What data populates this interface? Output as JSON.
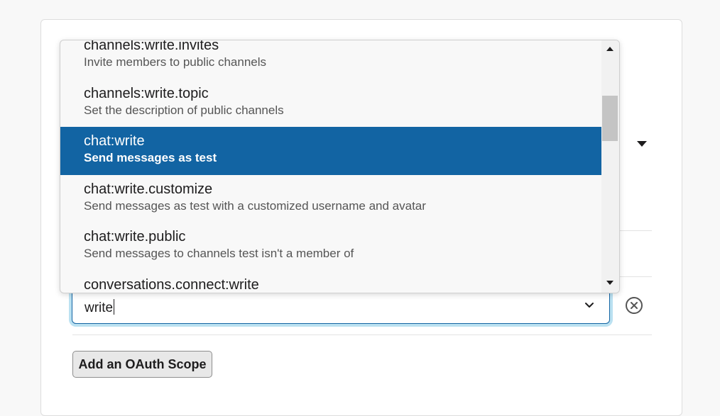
{
  "scope_selector": {
    "input_value": "write",
    "options": [
      {
        "name": "channels:write.invites",
        "description": "Invite members to public channels",
        "selected": false
      },
      {
        "name": "channels:write.topic",
        "description": "Set the description of public channels",
        "selected": false
      },
      {
        "name": "chat:write",
        "description": "Send messages as test",
        "selected": true
      },
      {
        "name": "chat:write.customize",
        "description": "Send messages as test with a customized username and avatar",
        "selected": false
      },
      {
        "name": "chat:write.public",
        "description": "Send messages to channels test isn't a member of",
        "selected": false
      },
      {
        "name": "conversations.connect:write",
        "description": "",
        "selected": false
      }
    ]
  },
  "actions": {
    "add_scope_label": "Add an OAuth Scope"
  },
  "icons": {
    "dropdown_chevron": "chevron-down-icon",
    "remove_scope": "remove-circle-x-icon",
    "scroll_up": "scroll-up-arrow-icon",
    "scroll_down": "scroll-down-arrow-icon"
  },
  "colors": {
    "selected_background": "#1264a3",
    "focus_ring": "#1d9bd1",
    "text_primary": "#1d1c1d"
  }
}
